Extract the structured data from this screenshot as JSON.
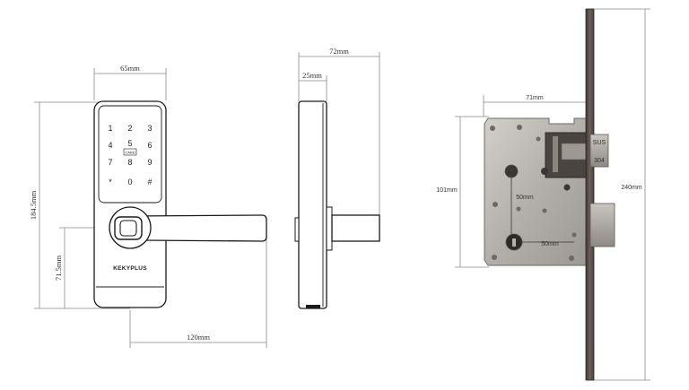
{
  "front_view": {
    "width_label": "65mm",
    "height_label": "184.5mm",
    "handle_height_label": "71.5mm",
    "handle_length_label": "120mm",
    "keypad": [
      "1",
      "2",
      "3",
      "4",
      "5",
      "6",
      "7",
      "8",
      "9",
      "*",
      "0",
      "#"
    ],
    "card_label": "CARD",
    "brand": "KEKYPLUS"
  },
  "side_view": {
    "depth_label": "72mm",
    "plate_label": "25mm"
  },
  "mortise_view": {
    "width_label": "71mm",
    "height_label": "101mm",
    "faceplate_label": "240mm",
    "spindle_spacing_label": "50mm",
    "cylinder_spacing_label": "50mm",
    "material_top": "SUS",
    "material_bottom": "304"
  },
  "colors": {
    "outline": "#1a1a1a",
    "dimension": "#8a8a8a",
    "steel": "#b9b6b2",
    "faceplate": "#5a4f4a"
  }
}
